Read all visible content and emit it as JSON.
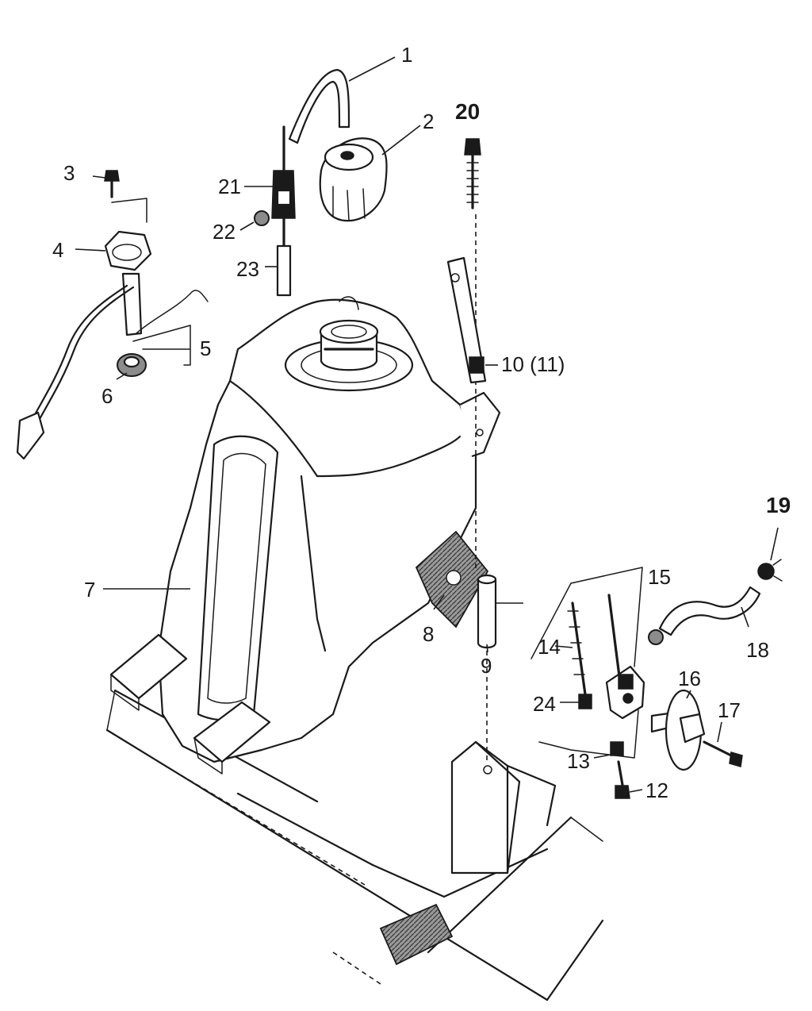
{
  "callouts": {
    "p1": "1",
    "p2": "2",
    "p3": "3",
    "p4": "4",
    "p5": "5",
    "p6": "6",
    "p7": "7",
    "p8": "8",
    "p9": "9",
    "p10": "10 (11)",
    "p12": "12",
    "p13": "13",
    "p14": "14",
    "p15": "15",
    "p16": "16",
    "p17": "17",
    "p18": "18",
    "p19": "19",
    "p20": "20",
    "p21": "21",
    "p22": "22",
    "p23": "23",
    "p24": "24"
  },
  "colors": {
    "ink": "#1a1a1a",
    "paper": "#ffffff",
    "hatch": "#8c8c8c"
  }
}
